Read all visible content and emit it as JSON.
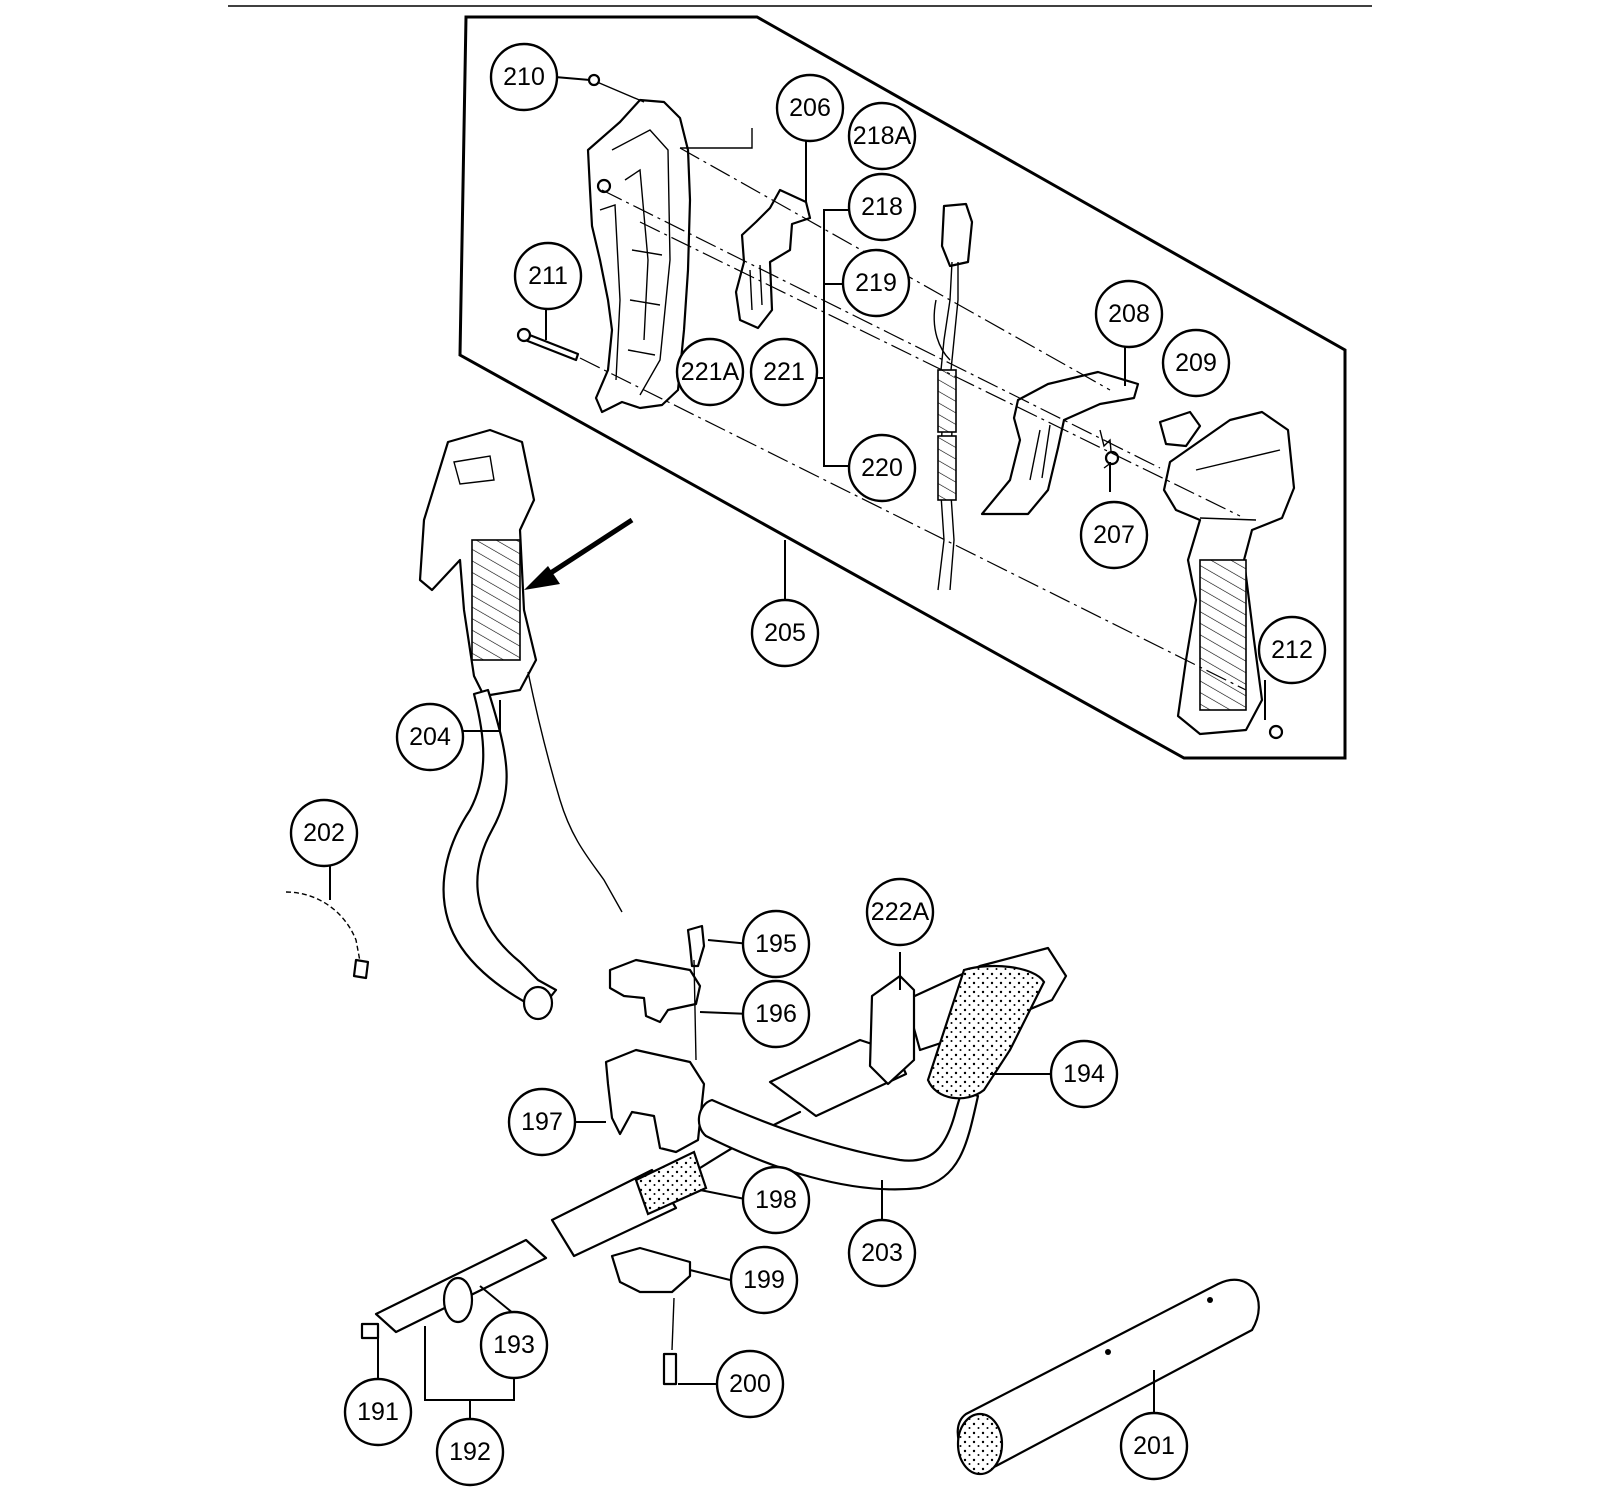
{
  "diagram": {
    "part_numbers": {
      "p191": "191",
      "p192": "192",
      "p193": "193",
      "p194": "194",
      "p195": "195",
      "p196": "196",
      "p197": "197",
      "p198": "198",
      "p199": "199",
      "p200": "200",
      "p201": "201",
      "p202": "202",
      "p203": "203",
      "p204": "204",
      "p205": "205",
      "p206": "206",
      "p207": "207",
      "p208": "208",
      "p209": "209",
      "p210": "210",
      "p211": "211",
      "p212": "212",
      "p218": "218",
      "p218A": "218A",
      "p219": "219",
      "p220": "220",
      "p221": "221",
      "p221A": "221A",
      "p222A": "222A"
    }
  }
}
